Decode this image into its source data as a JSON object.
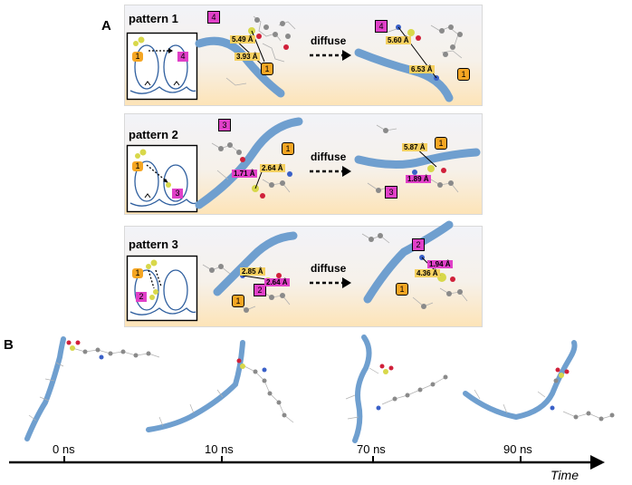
{
  "panel_a": {
    "label": "A",
    "diffuse_label": "diffuse",
    "patterns": [
      {
        "title": "pattern 1",
        "markers": {
          "a": "1",
          "b": "4"
        },
        "distances": [
          "5.49 Å",
          "3.93 Å",
          "5.60 Å",
          "6.53 Å"
        ]
      },
      {
        "title": "pattern 2",
        "markers": {
          "a": "1",
          "b": "3"
        },
        "distances": [
          "2.64 Å",
          "1.71 Å",
          "5.87 Å",
          "1.89 Å"
        ]
      },
      {
        "title": "pattern 3",
        "markers": {
          "a": "1",
          "b": "2"
        },
        "distances": [
          "2.85 Å",
          "2.64 Å",
          "4.36 Å",
          "1.94 Å"
        ]
      }
    ]
  },
  "panel_b": {
    "label": "B",
    "timepoints": [
      "0 ns",
      "10 ns",
      "70 ns",
      "90 ns"
    ],
    "axis_label": "Time"
  },
  "colors": {
    "chain": "#6f9fcf",
    "orange_marker": "#f5a623",
    "magenta_marker": "#e040c8",
    "ligand_yellow": "#d8d84a",
    "oxygen_red": "#d0203a",
    "nitrogen_blue": "#3a60c8",
    "carbon_grey": "#8a8a8a"
  }
}
